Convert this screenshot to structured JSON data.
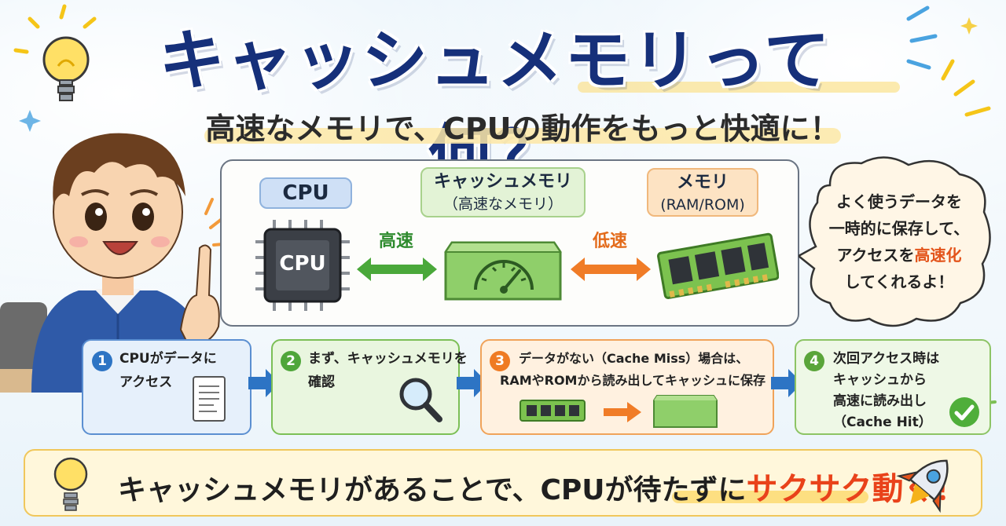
{
  "title": "キャッシュメモリって何？",
  "subtitle": "高速なメモリで、CPUの動作をもっと快適に！",
  "diagram": {
    "cpu_label": "CPU",
    "cpu_chip_text": "CPU",
    "cache_label": "キャッシュメモリ",
    "cache_sublabel": "（高速なメモリ）",
    "memory_label": "メモリ",
    "memory_sublabel": "(RAM/ROM)",
    "fast_label": "高速",
    "slow_label": "低速"
  },
  "bubble": {
    "line1": "よく使うデータを",
    "line2": "一時的に保存して、",
    "line3_pre": "アクセスを",
    "line3_hl": "高速化",
    "line4": "してくれるよ！"
  },
  "steps": [
    {
      "num": "1",
      "line1": "CPUがデータに",
      "line2": "アクセス"
    },
    {
      "num": "2",
      "line1": "まず、キャッシュメモリを",
      "line2": "確認"
    },
    {
      "num": "3",
      "line1": "データがない（Cache Miss）場合は、",
      "line2": "RAMやROMから読み出してキャッシュに保存"
    },
    {
      "num": "4",
      "line1": "次回アクセス時は",
      "line2": "キャッシュから",
      "line3": "高速に読み出し",
      "line4": "（Cache Hit）"
    }
  ],
  "banner": {
    "text": "キャッシュメモリがあることで、CPUが待たずに",
    "accent": "サクサク動く！"
  },
  "colors": {
    "title": "#16307a",
    "step1": "#2d74c4",
    "step2": "#4fa63a",
    "step3": "#ef7b23",
    "step4": "#5aa53a",
    "accent": "#e9421a"
  }
}
